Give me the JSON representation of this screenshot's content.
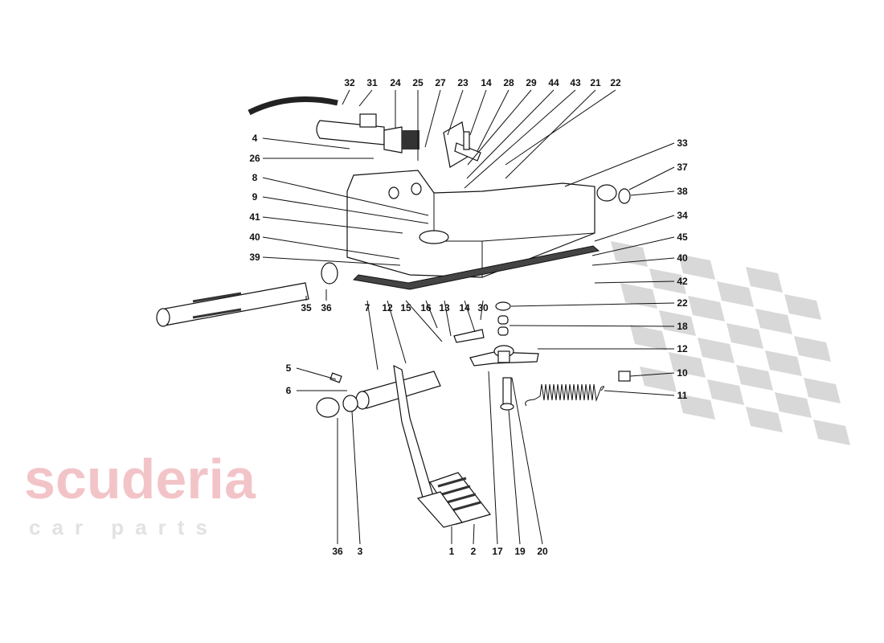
{
  "watermark": {
    "brand": "scuderia",
    "sub": "car parts",
    "brand_color": "#f2c4c8",
    "sub_color": "#e2e2e2",
    "flag_color": "#d8d8d8"
  },
  "callouts": {
    "top": [
      "32",
      "31",
      "24",
      "25",
      "27",
      "23",
      "14",
      "28",
      "29",
      "44",
      "43",
      "21",
      "22"
    ],
    "left": [
      "4",
      "26",
      "8",
      "9",
      "41",
      "40",
      "39"
    ],
    "right": [
      "33",
      "37",
      "38",
      "34",
      "45",
      "40",
      "42",
      "22",
      "18",
      "12",
      "10",
      "11"
    ],
    "middle": [
      "35",
      "36",
      "7",
      "12",
      "15",
      "16",
      "13",
      "14",
      "30"
    ],
    "pedal_left": [
      "5",
      "6"
    ],
    "bottom": [
      "36",
      "3",
      "1",
      "2",
      "17",
      "19",
      "20"
    ]
  }
}
